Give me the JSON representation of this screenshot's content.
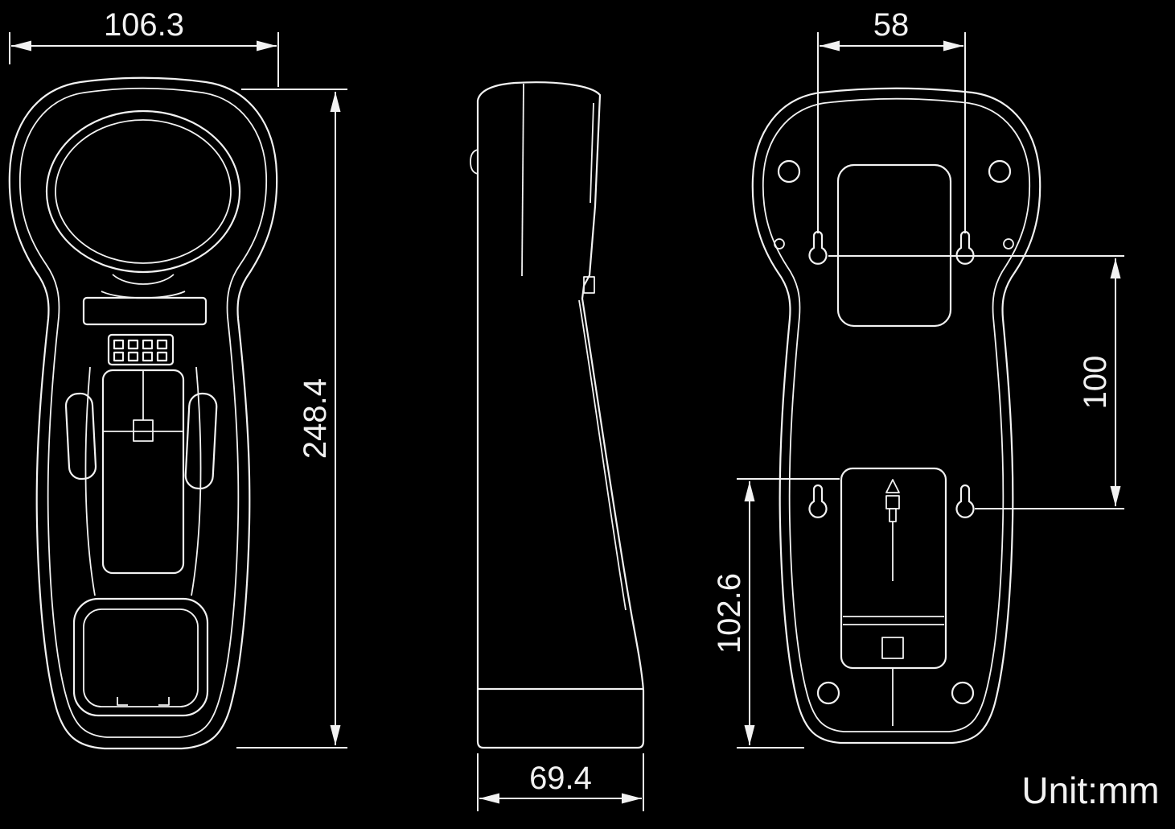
{
  "colors": {
    "background": "#000000",
    "line": "#f2f2f2"
  },
  "dimensions": {
    "front_width_mm": "106.3",
    "front_height_mm": "248.4",
    "side_depth_mm": "69.4",
    "mount_hole_spacing_h_mm": "58",
    "mount_hole_spacing_v_mm": "100",
    "mount_lower_offset_mm": "102.6"
  },
  "unit_label": "Unit:mm"
}
